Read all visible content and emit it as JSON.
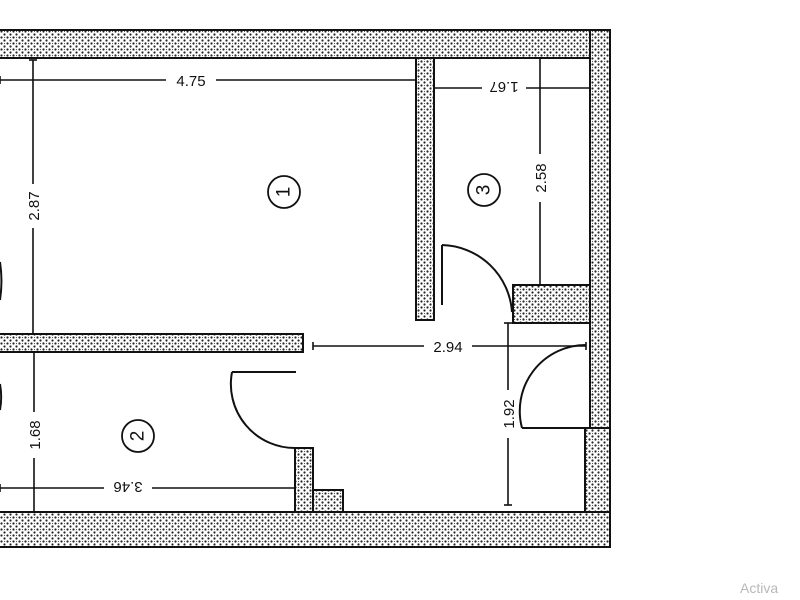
{
  "floor_plan": {
    "dimensions": {
      "room1_width": "4.75",
      "room1_height": "2.87",
      "room3_width": "1.67",
      "room3_height": "2.58",
      "hall_width": "2.94",
      "hall_height": "1.92",
      "room2_width": "3.46",
      "room2_height": "1.68"
    },
    "rooms": {
      "room1": "1",
      "room2": "2",
      "room3": "3"
    }
  },
  "watermark": "Activa"
}
